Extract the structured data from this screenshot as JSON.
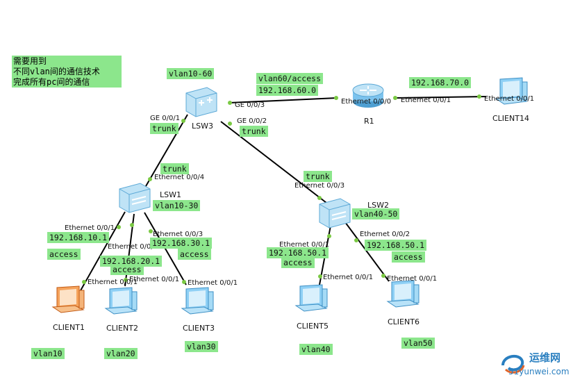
{
  "note": {
    "line1": "需要用到",
    "line2": "不同vlan间的通信技术",
    "line3": "完成所有pc间的通信"
  },
  "devices": {
    "lsw3": "LSW3",
    "lsw1": "LSW1",
    "lsw2": "LSW2",
    "r1": "R1",
    "client1": "CLIENT1",
    "client2": "CLIENT2",
    "client3": "CLIENT3",
    "client5": "CLIENT5",
    "client6": "CLIENT6",
    "client14": "CLIENT14"
  },
  "ports": {
    "lsw3_ge003": "GE 0/0/3",
    "lsw3_ge001": "GE 0/0/1",
    "lsw3_ge002": "GE 0/0/2",
    "r1_e000": "Ethernet 0/0/0",
    "r1_e001": "Ethernet 0/0/1",
    "c14_e001": "Ethernet 0/0/1",
    "lsw1_e004": "Ethernet 0/0/4",
    "lsw1_e001": "Ethernet 0/0/1",
    "lsw1_e002": "Ethernet 0/0/2",
    "lsw1_e003": "Ethernet 0/0/3",
    "c1_e001": "Ethernet 0/0/1",
    "c2_e001": "Ethernet 0/0/1",
    "c3_e001": "Ethernet 0/0/1",
    "lsw2_e003": "Ethernet 0/0/3",
    "lsw2_e001": "Ethernet 0/0/1",
    "lsw2_e002": "Ethernet 0/0/2",
    "c5_e001": "Ethernet 0/0/1",
    "c6_e001": "Ethernet 0/0/1"
  },
  "tags": {
    "lsw3_vlan": "vlan10-60",
    "r_link_vlan": "vlan60/access",
    "r_link_net": "192.168.60.0",
    "wan_net": "192.168.70.0",
    "trunk_lsw3_1": "trunk",
    "trunk_lsw3_2": "trunk",
    "trunk_lsw1": "trunk",
    "trunk_lsw2": "trunk",
    "lsw1_vlan": "vlan10-30",
    "lsw2_vlan": "vlan40-50",
    "net10": "192.168.10.1",
    "net20": "192.168.20.1",
    "net30": "192.168.30.1",
    "net50a": "192.168.50.1",
    "net50b": "192.168.50.1",
    "acc1": "access",
    "acc2": "access",
    "acc3": "access",
    "acc5": "access",
    "acc6": "access",
    "vlan10": "vlan10",
    "vlan20": "vlan20",
    "vlan30": "vlan30",
    "vlan40": "vlan40",
    "vlan50": "vlan50"
  },
  "watermark": {
    "name": "运维网",
    "site": "51yunwei.com"
  },
  "colors": {
    "label_bg": "#8ce68c",
    "port_dot": "#7ac943",
    "link": "#000000",
    "device_blue": "#6ab8e8",
    "client1_orange": "#f08a3c"
  }
}
